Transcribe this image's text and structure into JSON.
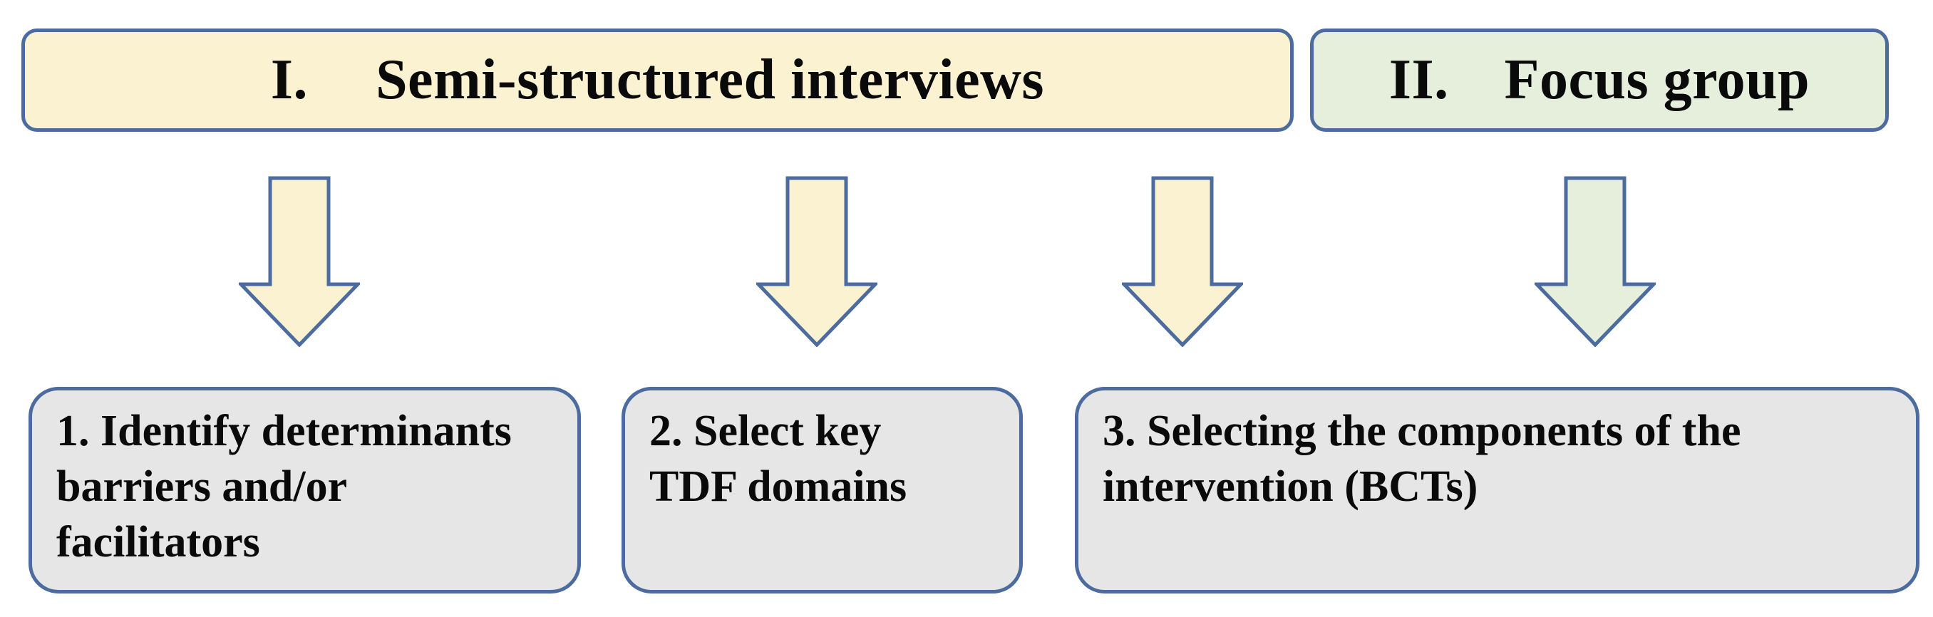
{
  "figure": {
    "type": "flow-diagram"
  },
  "colors": {
    "background": "#FFFFFF",
    "cream": "#FAF2D0",
    "green": "#E6EEDC",
    "gray": "#E6E6E6",
    "border": "#4C6B9F",
    "text": "#0A0A0A"
  },
  "header_boxes": [
    {
      "numeral": "I.",
      "label": "Semi-structured interviews",
      "fill": "#FAF2D0"
    },
    {
      "numeral": "II.",
      "label": "Focus group",
      "fill": "#E6EEDC"
    }
  ],
  "arrows": [
    {
      "name": "down-arrow-1",
      "fill": "#FAF2D0"
    },
    {
      "name": "down-arrow-2",
      "fill": "#FAF2D0"
    },
    {
      "name": "down-arrow-3",
      "fill": "#FAF2D0"
    },
    {
      "name": "down-arrow-4",
      "fill": "#E6EEDC"
    }
  ],
  "step_boxes": [
    {
      "lines": [
        "1. Identify determinants",
        "barriers and/or",
        "facilitators"
      ]
    },
    {
      "lines": [
        "2. Select key",
        "TDF domains"
      ]
    },
    {
      "lines": [
        "3. Selecting the components of the",
        "intervention (BCTs)"
      ]
    }
  ]
}
